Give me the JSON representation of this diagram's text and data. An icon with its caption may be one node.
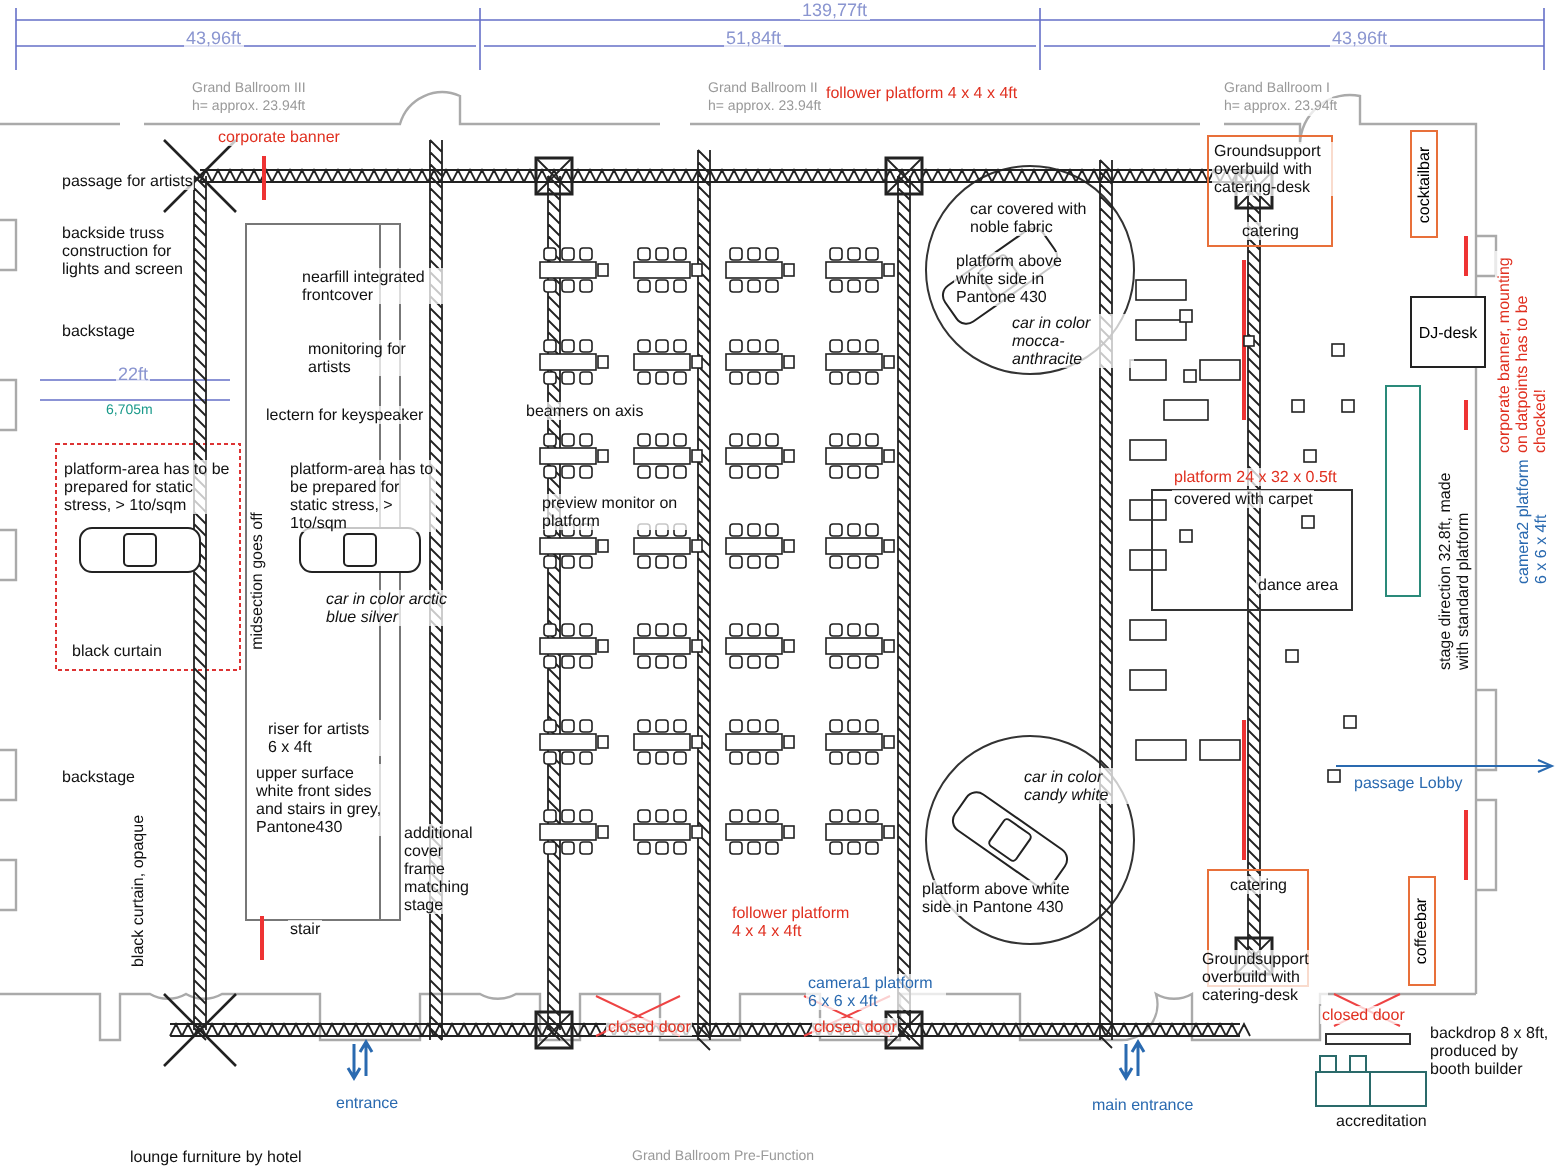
{
  "diagram": {
    "nodes": [
      {
        "text": [
          "cocktailbar"
        ]
      },
      {
        "text": [
          "DJ-desk"
        ]
      },
      {
        "text": [
          "coffeebar"
        ]
      }
    ],
    "labels": [
      "139,77ft",
      "43,96ft",
      "51,84ft",
      "43,96ft",
      "Grand Ballroom III",
      "h= approx. 23.94ft",
      "corporate banner",
      "passage for artists",
      "backside truss construction for lights and screen",
      "backstage",
      "nearfill integrated frontcover",
      "monitoring for artists",
      "22ft",
      "6,705m",
      "lectern for keyspeaker",
      "platform-area has to be prepared for static stress, > 1to/sqm",
      "platform-area has to be prepared for static stress, > 1to/sqm",
      "midsection goes off",
      "black curtain",
      "car in color arctic blue silver",
      "riser for artists 6 x 4ft",
      "upper surface white front sides and stairs in grey, Pantone430",
      "backstage",
      "additional cover frame matching stage",
      "black curtain, opaque",
      "stair",
      "Grand Ballroom II",
      "h= approx. 23.94ft",
      "follower platform 4 x 4 x 4ft",
      "car covered with noble fabric",
      "platform above white side in Pantone 430",
      "beamers on axis",
      "car in color mocca-anthracite",
      "preview monitor on platform",
      "Grand Ballroom I",
      "h= approx. 23.94ft",
      "Groundsupport overbuild with catering-desk",
      "catering",
      "corporate banner, mounting on datpoints has to be checked!",
      "camera2 platform 6 x 6 x 4ft",
      "platform 24 x 32 x 0.5ft",
      "covered with carpet",
      "dance area",
      "stage direction 32.8ft, made with standard platform",
      "passage Lobby",
      "car in color candy white",
      "platform above white side in Pantone 430",
      "follower platform 4 x 4 x 4ft",
      "camera1 platform 6 x 6 x 4ft",
      "closed door",
      "closed door",
      "closed door",
      "catering",
      "Groundsupport overbuild with catering-desk",
      "backdrop 8 x 8ft, produced by booth builder",
      "entrance",
      "main entrance",
      "accreditation",
      "lounge furniture by hotel",
      "Grand Ballroom Pre-Function"
    ]
  }
}
